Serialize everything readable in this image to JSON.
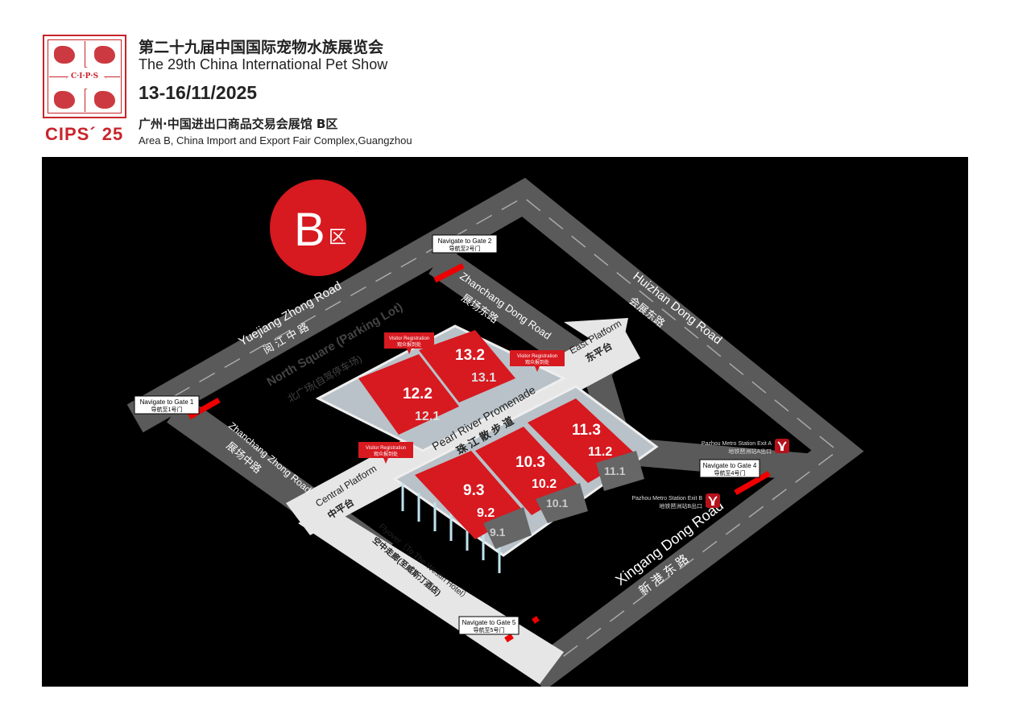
{
  "header": {
    "logo_brand": "CIPS´ 25",
    "logo_abbr": "C·I·P·S",
    "title_cn": "第二十九届中国国际宠物水族展览会",
    "title_en": "The 29th China International Pet Show",
    "dates": "13-16/11/2025",
    "venue_cn": "广州·中国进出口商品交易会展馆 B区",
    "venue_en": "Area B, China Import and Export Fair Complex,Guangzhou"
  },
  "map": {
    "area_badge": {
      "letter": "B",
      "suffix": "区"
    },
    "roads": {
      "yuejiang_en": "Yuejiang Zhong Road",
      "yuejiang_cn": "阅 江 中 路",
      "zhanchang_dong_en": "Zhanchang Dong Road",
      "zhanchang_dong_cn": "展场东路",
      "huizhan_en": "Huizhan Dong Road",
      "huizhan_cn": "会展东路",
      "zhanchang_zhong_en": "Zhanchang Zhong Road",
      "zhanchang_zhong_cn": "展场中路",
      "xingang_en": "Xingang Dong Road",
      "xingang_cn": "新 港 东 路"
    },
    "areas": {
      "north_square_en": "North Square (Parking Lot)",
      "north_square_cn": "北广场(自驾停车场)",
      "east_platform_en": "East Platform",
      "east_platform_cn": "东平台",
      "promenade_en": "Pearl River Promenade",
      "promenade_cn": "珠 江 散 步 道",
      "central_platform_en": "Central Platform",
      "central_platform_cn": "中平台",
      "flyover_en": "Flyover（To The Westin Hotel）",
      "flyover_cn": "空中走廊(至威斯汀酒店)"
    },
    "gates": [
      {
        "en": "Navigate to Gate 1",
        "cn": "导航至1号门"
      },
      {
        "en": "Navigate to Gate 2",
        "cn": "导航至2号门"
      },
      {
        "en": "Navigate to Gate 4",
        "cn": "导航至4号门"
      },
      {
        "en": "Navigate to Gate 5",
        "cn": "导航至5号门"
      }
    ],
    "registration": {
      "en": "Visitor Registration",
      "cn": "观众报到处"
    },
    "metro": [
      {
        "en": "Pazhou Metro Station Exit A",
        "cn": "地铁琶洲站A出口"
      },
      {
        "en": "Pazhou Metro Station Exit B",
        "cn": "地铁琶洲站B出口"
      }
    ],
    "halls": {
      "h12_2": "12.2",
      "h12_1": "12.1",
      "h13_2": "13.2",
      "h13_1": "13.1",
      "h9_3": "9.3",
      "h9_2": "9.2",
      "h9_1": "9.1",
      "h10_3": "10.3",
      "h10_2": "10.2",
      "h10_1": "10.1",
      "h11_3": "11.3",
      "h11_2": "11.2",
      "h11_1": "11.1"
    },
    "colors": {
      "accent": "#d71920",
      "road": "#5a5a5a",
      "walkway": "#e6e6e6"
    }
  }
}
